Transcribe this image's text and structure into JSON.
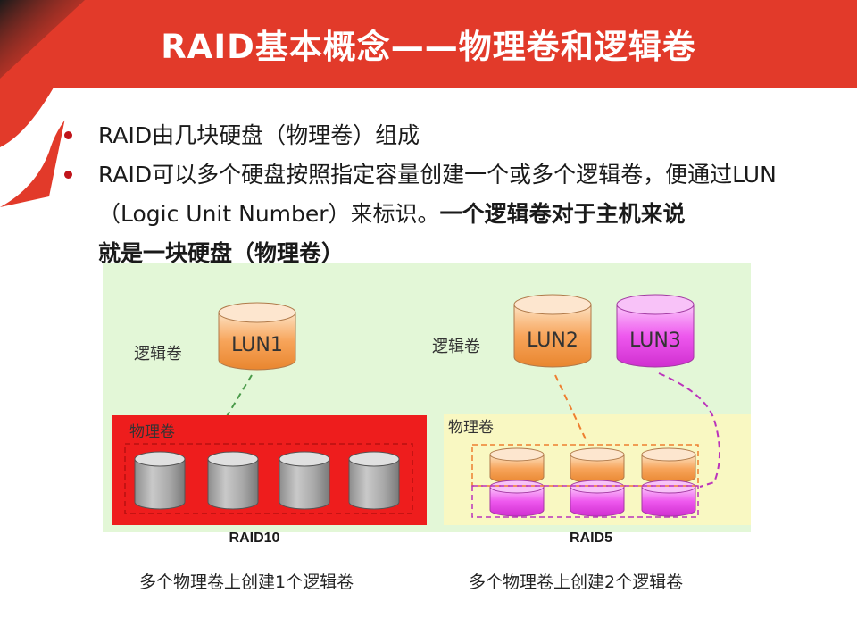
{
  "title": "RAID基本概念——物理卷和逻辑卷",
  "bullets": {
    "b1": "RAID由几块硬盘（物理卷）组成",
    "b2a": "RAID可以多个硬盘按照指定容量创建一个或多个逻辑卷，便通过LUN（Logic Unit Number）来标识。",
    "b2b": "一个逻辑卷对于主机来说",
    "b2c": "就是一块硬盘（物理卷）"
  },
  "diagram": {
    "left": {
      "logical_label": "逻辑卷",
      "physical_label": "物理卷",
      "lun": "LUN1",
      "raid": "RAID10",
      "caption": "多个物理卷上创建1个逻辑卷"
    },
    "right": {
      "logical_label": "逻辑卷",
      "physical_label": "物理卷",
      "lun_a": "LUN2",
      "lun_b": "LUN3",
      "raid": "RAID5",
      "caption": "多个物理卷上创建2个逻辑卷"
    }
  },
  "colors": {
    "header_red": "#e23a2a",
    "panel_green": "#e3f7d7",
    "raid10_red": "#ee1d1d",
    "raid5_yellow": "#f9f8c2",
    "lun_orange": "#f7a45a",
    "lun_magenta": "#ee58ee",
    "disk_gray": "#bdbdbd"
  }
}
